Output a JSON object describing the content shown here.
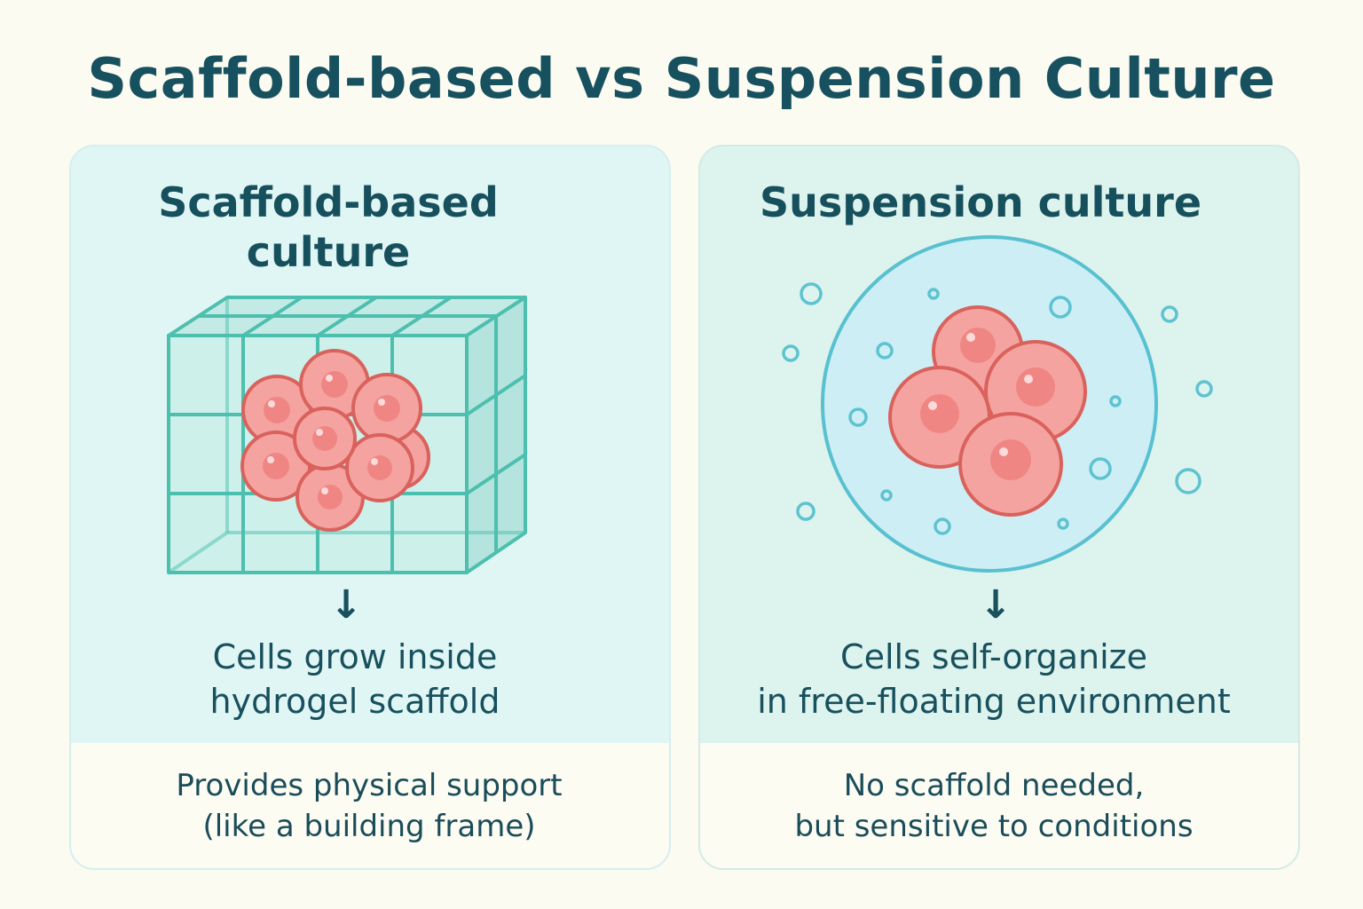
{
  "title": "Scaffold-based vs Suspension Culture",
  "left": {
    "heading_line1": "Scaffold-based",
    "heading_line2": "culture",
    "arrow": "↓",
    "caption_line1": "Cells grow inside",
    "caption_line2": "hydrogel scaffold",
    "note_line1": "Provides physical support",
    "note_line2": "(like a building frame)"
  },
  "right": {
    "heading": "Suspension culture",
    "arrow": "↓",
    "caption_line1": "Cells self-organize",
    "caption_line2": "in free-floating environment",
    "note_line1": "No scaffold needed,",
    "note_line2": "but sensitive to conditions"
  },
  "colors": {
    "teal_frame": "#4cbfae",
    "cell_fill": "#f5a3a0",
    "cell_edge": "#d9625c",
    "bubble": "#5ec3d0"
  }
}
